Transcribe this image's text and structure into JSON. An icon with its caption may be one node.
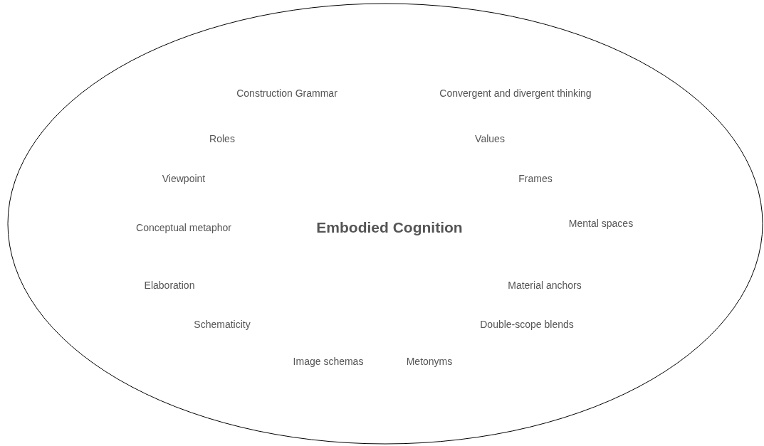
{
  "diagram": {
    "nodes": [
      {
        "text": [
          "Embodied Cognition"
        ]
      }
    ],
    "labels": [
      "Construction Grammar",
      "Convergent and divergent thinking",
      "Roles",
      "Values",
      "Viewpoint",
      "Frames",
      "Conceptual metaphor",
      "Mental spaces",
      "Elaboration",
      "Material anchors",
      "Schematicity",
      "Double-scope blends",
      "Image schemas",
      "Metonyms"
    ]
  }
}
